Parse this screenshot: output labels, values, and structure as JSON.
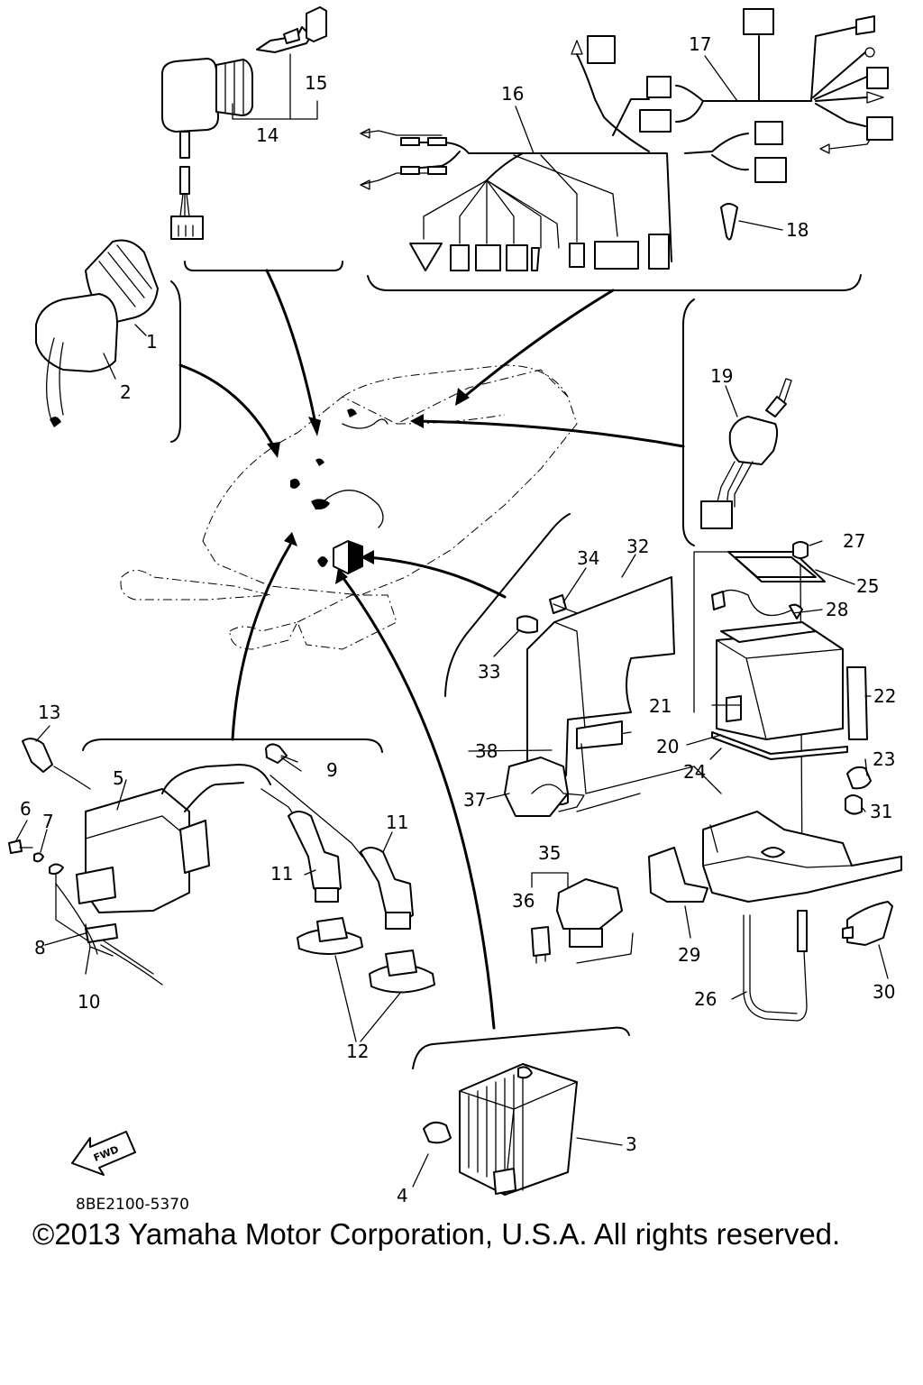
{
  "diagram": {
    "callouts": {
      "c1": "1",
      "c2": "2",
      "c3": "3",
      "c4": "4",
      "c5": "5",
      "c6": "6",
      "c7": "7",
      "c8": "8",
      "c9": "9",
      "c10": "10",
      "c11a": "11",
      "c11b": "11",
      "c12": "12",
      "c13": "13",
      "c14": "14",
      "c15": "15",
      "c16": "16",
      "c17": "17",
      "c18": "18",
      "c19": "19",
      "c20": "20",
      "c21": "21",
      "c22": "22",
      "c23": "23",
      "c24": "24",
      "c25": "25",
      "c26": "26",
      "c27": "27",
      "c28": "28",
      "c29": "29",
      "c30": "30",
      "c31": "31",
      "c32": "32",
      "c33": "33",
      "c34": "34",
      "c35": "35",
      "c36": "36",
      "c37": "37",
      "c38": "38"
    },
    "fwd_label": "FWD",
    "part_number": "8BE2100-5370",
    "copyright": "©2013 Yamaha Motor Corporation, U.S.A. All rights reserved."
  }
}
